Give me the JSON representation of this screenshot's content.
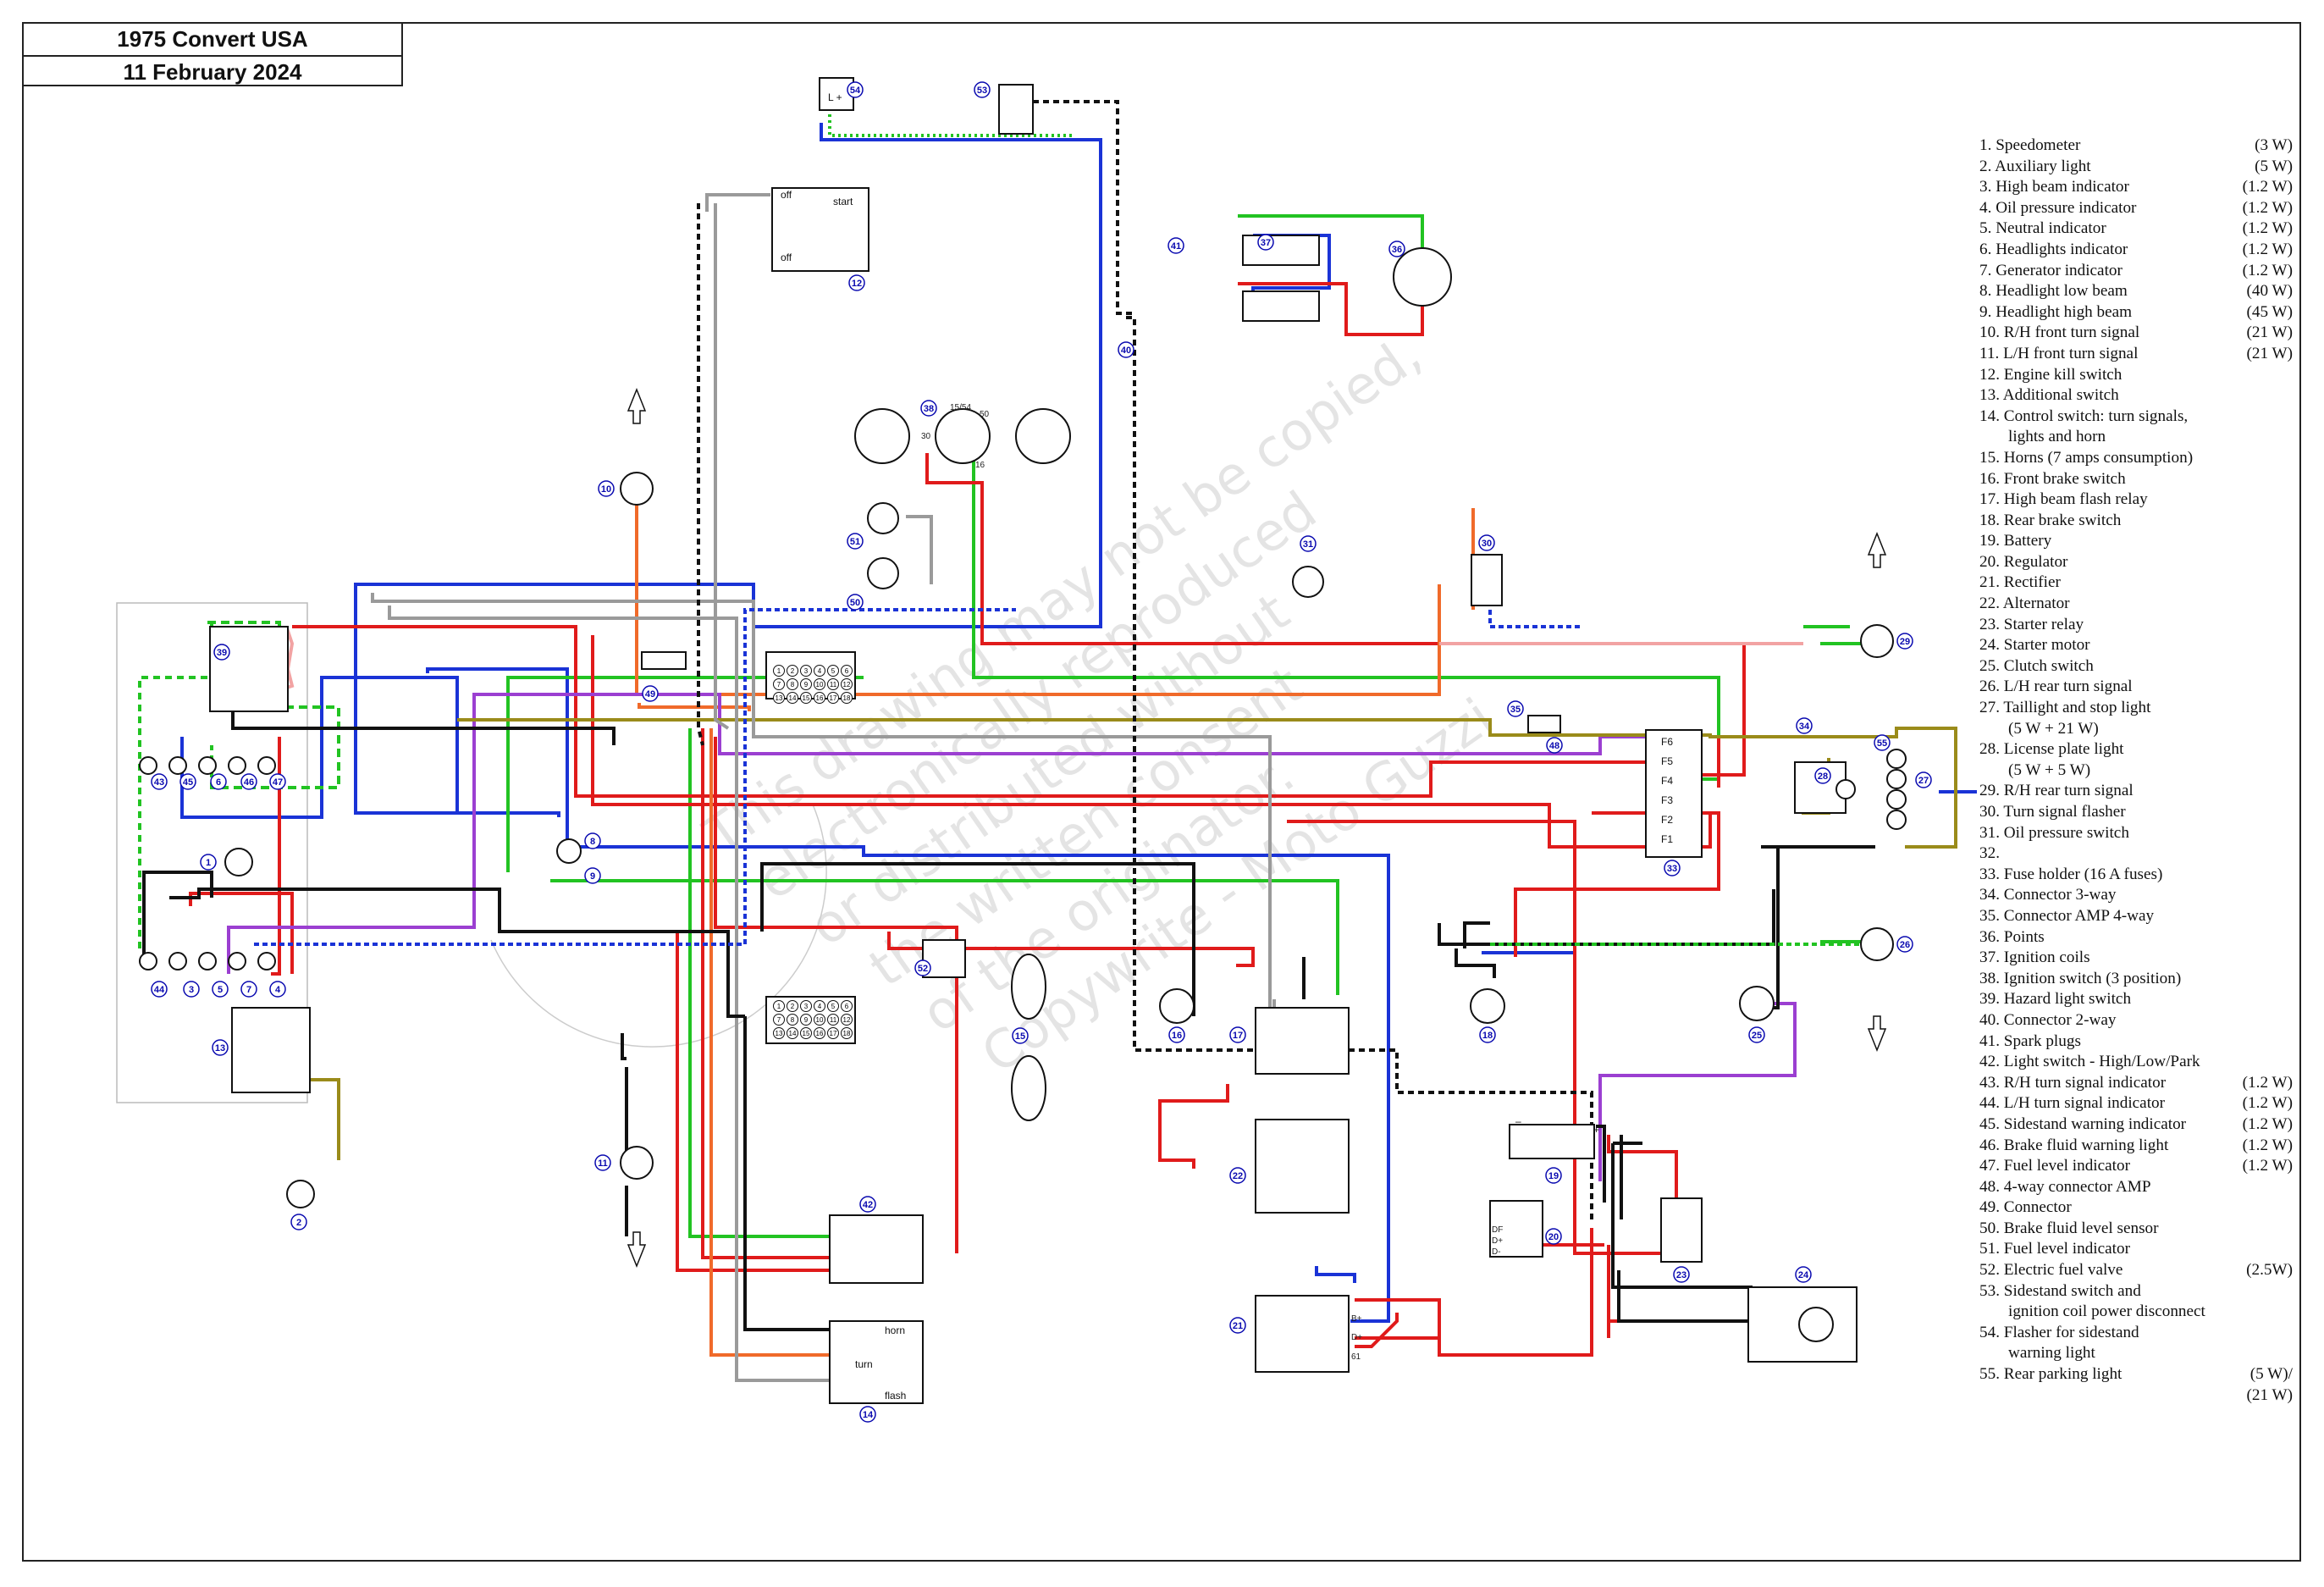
{
  "title": {
    "model": "1975 Convert USA",
    "date": "11 February 2024"
  },
  "watermark": [
    "This drawing may not be copied,",
    "electronically reproduced",
    "or distributed without",
    "the written consent",
    "of the originator.",
    "Copywrite - Moto Guzzi"
  ],
  "legend": [
    {
      "label": "1. Speedometer",
      "watt": "(3 W)"
    },
    {
      "label": "2. Auxiliary light",
      "watt": "(5 W)"
    },
    {
      "label": "3. High beam indicator",
      "watt": "(1.2 W)"
    },
    {
      "label": "4. Oil pressure indicator",
      "watt": "(1.2 W)"
    },
    {
      "label": "5. Neutral indicator",
      "watt": "(1.2 W)"
    },
    {
      "label": "6. Headlights indicator",
      "watt": "(1.2 W)"
    },
    {
      "label": "7. Generator indicator",
      "watt": "(1.2 W)"
    },
    {
      "label": "8. Headlight low beam",
      "watt": "(40 W)"
    },
    {
      "label": "9. Headlight high beam",
      "watt": "(45 W)"
    },
    {
      "label": "10. R/H front turn signal",
      "watt": "(21 W)"
    },
    {
      "label": "11. L/H front turn  signal",
      "watt": "(21 W)"
    },
    {
      "label": "12. Engine kill switch",
      "watt": ""
    },
    {
      "label": "13. Additional switch",
      "watt": ""
    },
    {
      "label": "14. Control switch: turn signals,",
      "watt": ""
    },
    {
      "label": "lights and horn",
      "watt": "",
      "cont": true
    },
    {
      "label": "15. Horns (7 amps consumption)",
      "watt": ""
    },
    {
      "label": "16. Front brake switch",
      "watt": ""
    },
    {
      "label": "17. High beam flash relay",
      "watt": ""
    },
    {
      "label": "18. Rear brake switch",
      "watt": ""
    },
    {
      "label": "19. Battery",
      "watt": ""
    },
    {
      "label": "20. Regulator",
      "watt": ""
    },
    {
      "label": "21. Rectifier",
      "watt": ""
    },
    {
      "label": "22. Alternator",
      "watt": ""
    },
    {
      "label": "23. Starter relay",
      "watt": ""
    },
    {
      "label": "24. Starter motor",
      "watt": ""
    },
    {
      "label": "25. Clutch switch",
      "watt": ""
    },
    {
      "label": "26. L/H rear turn signal",
      "watt": ""
    },
    {
      "label": "27. Taillight and stop light",
      "watt": ""
    },
    {
      "label": "(5 W + 21 W)",
      "watt": "",
      "cont": true
    },
    {
      "label": "28. License plate light",
      "watt": ""
    },
    {
      "label": "(5 W + 5 W)",
      "watt": "",
      "cont": true
    },
    {
      "label": "29. R/H rear turn signal",
      "watt": ""
    },
    {
      "label": "30. Turn signal flasher",
      "watt": ""
    },
    {
      "label": "31. Oil pressure switch",
      "watt": ""
    },
    {
      "label": "32.",
      "watt": ""
    },
    {
      "label": "33. Fuse holder (16 A fuses)",
      "watt": ""
    },
    {
      "label": "34. Connector 3-way",
      "watt": ""
    },
    {
      "label": "35. Connector AMP 4-way",
      "watt": ""
    },
    {
      "label": "36. Points",
      "watt": ""
    },
    {
      "label": "37. Ignition coils",
      "watt": ""
    },
    {
      "label": "38. Ignition switch (3 position)",
      "watt": ""
    },
    {
      "label": "39. Hazard light switch",
      "watt": ""
    },
    {
      "label": "40. Connector 2-way",
      "watt": ""
    },
    {
      "label": "41. Spark plugs",
      "watt": ""
    },
    {
      "label": "42. Light switch - High/Low/Park",
      "watt": ""
    },
    {
      "label": "43. R/H turn signal indicator",
      "watt": "(1.2 W)"
    },
    {
      "label": "44. L/H turn signal indicator",
      "watt": "(1.2 W)"
    },
    {
      "label": "45. Sidestand warning indicator",
      "watt": "(1.2 W)"
    },
    {
      "label": "46. Brake fluid warning light",
      "watt": "(1.2 W)"
    },
    {
      "label": "47. Fuel level indicator",
      "watt": "(1.2 W)"
    },
    {
      "label": "48. 4-way connector AMP",
      "watt": ""
    },
    {
      "label": "49. Connector",
      "watt": ""
    },
    {
      "label": "50. Brake fluid level sensor",
      "watt": ""
    },
    {
      "label": "51. Fuel level indicator",
      "watt": ""
    },
    {
      "label": "52. Electric fuel valve",
      "watt": "(2.5W)"
    },
    {
      "label": "53. Sidestand switch and",
      "watt": ""
    },
    {
      "label": "ignition coil power disconnect",
      "watt": "",
      "cont": true
    },
    {
      "label": "54. Flasher for sidestand",
      "watt": ""
    },
    {
      "label": "warning light",
      "watt": "",
      "cont": true
    },
    {
      "label": "55. Rear parking light",
      "watt": "(5 W)/"
    },
    {
      "label": "",
      "watt": "(21 W)",
      "cont": true
    }
  ],
  "switch_labels": {
    "kill_off_top": "off",
    "kill_start": "start",
    "kill_off_bottom": "off",
    "horn": "horn",
    "turn": "turn",
    "flash": "flash"
  },
  "fuse_labels": [
    "F6",
    "F5",
    "F4",
    "F3",
    "F2",
    "F1"
  ],
  "ignition_terminals": [
    "15/54",
    "50",
    "30",
    "16"
  ],
  "regulator_terminals": [
    "DF",
    "D+",
    "D-"
  ],
  "rectifier_terminals": [
    "B+",
    "D+",
    "61"
  ],
  "component_numbers": [
    "1",
    "2",
    "3",
    "4",
    "5",
    "6",
    "7",
    "8",
    "9",
    "10",
    "11",
    "12",
    "13",
    "14",
    "15",
    "16",
    "17",
    "18",
    "19",
    "20",
    "21",
    "22",
    "23",
    "24",
    "25",
    "26",
    "27",
    "28",
    "29",
    "30",
    "31",
    "33",
    "34",
    "35",
    "36",
    "37",
    "38",
    "39",
    "40",
    "41",
    "42",
    "43",
    "44",
    "45",
    "46",
    "47",
    "48",
    "49",
    "50",
    "51",
    "52",
    "53",
    "54",
    "55"
  ],
  "connector_grid": [
    "1",
    "2",
    "3",
    "4",
    "5",
    "6",
    "7",
    "8",
    "9",
    "10",
    "11",
    "12",
    "13",
    "14",
    "15",
    "16",
    "17",
    "18"
  ],
  "battery_signs": {
    "neg": "–",
    "pos": "+"
  },
  "flasher_marks": "L  +",
  "colors": {
    "red": "#e01b1b",
    "blue": "#1a33d6",
    "green": "#22c322",
    "black": "#111111",
    "grey": "#9a9a9a",
    "orange": "#f06a2a",
    "purple": "#9b3fd1",
    "olive": "#9a8b1a",
    "pink": "#f2a3a3",
    "label_blue": "#0a0ab0"
  }
}
